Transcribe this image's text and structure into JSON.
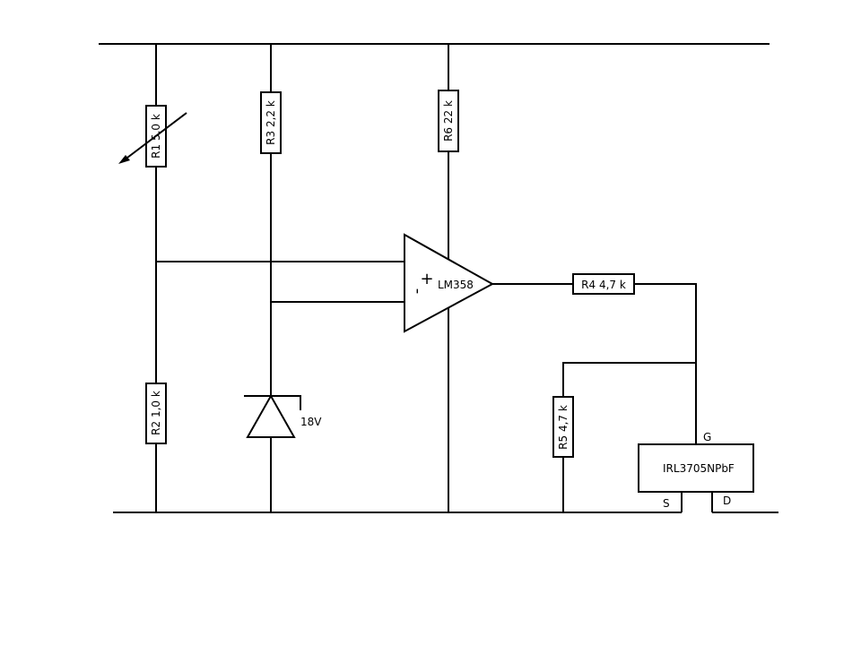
{
  "components": {
    "r1": {
      "label": "R1 5,0 k"
    },
    "r2": {
      "label": "R2 1,0 k"
    },
    "r3": {
      "label": "R3 2,2 k"
    },
    "r4": {
      "label": "R4 4,7 k"
    },
    "r5": {
      "label": "R5 4,7 k"
    },
    "r6": {
      "label": "R6 22 k"
    },
    "opamp": {
      "label": "LM358",
      "plus": "+",
      "minus": "-"
    },
    "zener": {
      "label": "18V"
    },
    "mosfet": {
      "label": "IRL3705NPbF",
      "gate": "G",
      "source": "S",
      "drain": "D"
    }
  }
}
